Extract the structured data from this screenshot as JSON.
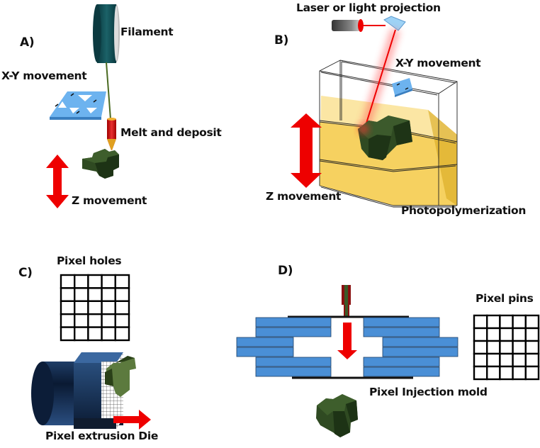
{
  "panels": {
    "a": {
      "letter": "A)",
      "title": "Fused filament fabrication",
      "labels": {
        "filament": "Filament",
        "xy_movement": "X-Y movement",
        "melt_deposit": "Melt and deposit",
        "z_movement": "Z movement"
      }
    },
    "b": {
      "letter": "B)",
      "labels": {
        "laser": "Laser or light projection",
        "xy_movement": "X-Y movement",
        "z_movement": "Z movement",
        "photopolymerization": "Photopolymerization"
      }
    },
    "c": {
      "letter": "C)",
      "labels": {
        "pixel_holes": "Pixel holes",
        "extrusion_die": "Pixel extrusion Die"
      },
      "grid": {
        "rows": 5,
        "cols": 5
      }
    },
    "d": {
      "letter": "D)",
      "labels": {
        "pixel_pins": "Pixel pins",
        "injection_mold": "Pixel Injection mold"
      },
      "grid": {
        "rows": 5,
        "cols": 5
      }
    }
  },
  "colors": {
    "arrow_red": "#e80000",
    "part_green": "#2d4a1e",
    "plate_blue": "#5aa7e6",
    "mold_blue": "#4a8fd6",
    "resin_yellow": "#f7d568",
    "spool_teal": "#0f4a50"
  }
}
